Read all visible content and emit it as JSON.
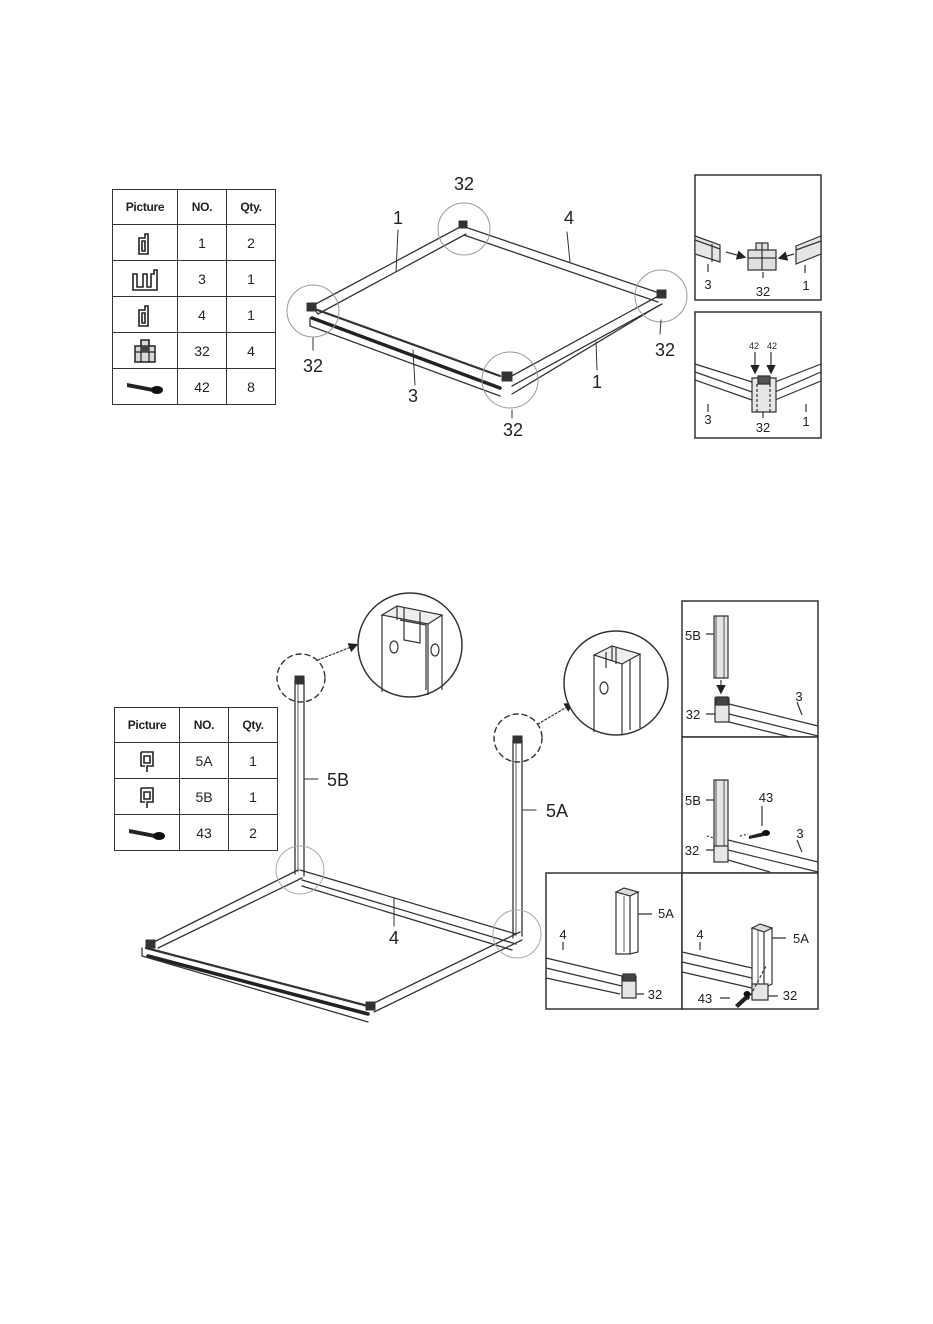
{
  "parts_table_1": {
    "headers": [
      "Picture",
      "NO.",
      "Qty."
    ],
    "rows": [
      {
        "no": "1",
        "qty": "2",
        "icon": "l-profile-icon"
      },
      {
        "no": "3",
        "qty": "1",
        "icon": "double-profile-icon"
      },
      {
        "no": "4",
        "qty": "1",
        "icon": "l-profile-icon"
      },
      {
        "no": "32",
        "qty": "4",
        "icon": "corner-connector-icon"
      },
      {
        "no": "42",
        "qty": "8",
        "icon": "screw-icon"
      }
    ]
  },
  "parts_table_2": {
    "headers": [
      "Picture",
      "NO.",
      "Qty."
    ],
    "rows": [
      {
        "no": "5A",
        "qty": "1",
        "icon": "post-profile-icon"
      },
      {
        "no": "5B",
        "qty": "1",
        "icon": "post-profile-icon"
      },
      {
        "no": "43",
        "qty": "2",
        "icon": "screw-icon"
      }
    ]
  },
  "step1": {
    "frame_labels": {
      "top_corner": "32",
      "left_top_side": "1",
      "right_top_side": "4",
      "left_corner": "32",
      "right_corner": "32",
      "front_side": "3",
      "right_front_side": "1",
      "front_corner": "32"
    },
    "detail_a": {
      "left": "3",
      "center": "32",
      "right": "1"
    },
    "detail_b": {
      "screw_left": "42",
      "screw_right": "42",
      "left": "3",
      "center": "32",
      "right": "1"
    }
  },
  "step2": {
    "frame_labels": {
      "post_left": "5B",
      "post_right": "5A",
      "back_side": "4"
    },
    "detail_top": {
      "post": "5B",
      "corner": "32",
      "rail": "3"
    },
    "detail_mid": {
      "post": "5B",
      "screw": "43",
      "rail": "3",
      "corner": "32"
    },
    "detail_bottom_left": {
      "rail": "4",
      "post": "5A",
      "corner": "32"
    },
    "detail_bottom_right": {
      "rail": "4",
      "post": "5A",
      "screw": "43",
      "corner": "32"
    }
  }
}
